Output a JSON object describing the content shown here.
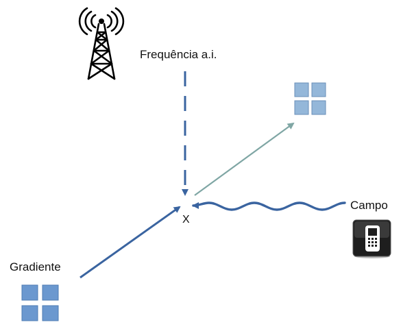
{
  "labels": {
    "frequency": "Frequência a.i.",
    "gradient": "Gradiente",
    "field": "Campo",
    "mixer": "X"
  },
  "icons": {
    "tower": "radio-tower-icon",
    "gradient_grid": "grid-block-icon",
    "output_grid": "grid-block-icon",
    "phone": "mobile-phone-icon"
  },
  "colors": {
    "arrow_dark": "#3a64a0",
    "arrow_light": "#7fa6a4",
    "grid_dark": "#6b98cf",
    "grid_light": "#94b7d9",
    "text": "#111111"
  }
}
